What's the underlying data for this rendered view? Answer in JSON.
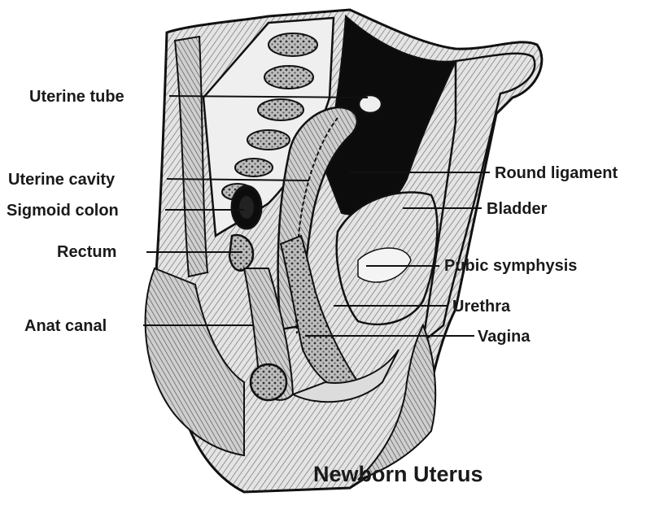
{
  "title": "Newborn Uterus",
  "labels": {
    "uterine_tube": "Uterine tube",
    "uterine_cavity": "Uterine cavity",
    "sigmoid_colon": "Sigmoid colon",
    "rectum": "Rectum",
    "anat_canal": "Anat canal",
    "round_ligament": "Round ligament",
    "bladder": "Bladder",
    "pubic_symphysis": "Pubic symphysis",
    "urethra": "Urethra",
    "vagina": "Vagina"
  },
  "colors": {
    "ink": "#111111",
    "tissue": "#d9d9d9",
    "cavity": "#0c0c0c",
    "background": "#ffffff"
  }
}
